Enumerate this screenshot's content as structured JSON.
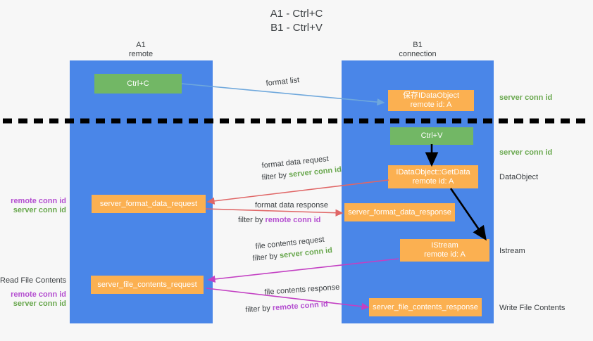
{
  "title": {
    "line1": "A1 - Ctrl+C",
    "line2": "B1 - Ctrl+V"
  },
  "lanes": [
    {
      "id": "a1",
      "name": "A1",
      "subtitle": "remote",
      "color": "#4a86e8"
    },
    {
      "id": "b1",
      "name": "B1",
      "subtitle": "connection",
      "color": "#4a86e8"
    }
  ],
  "colors": {
    "lane": "#4a86e8",
    "green_box": "#72b765",
    "orange_box": "#fbb051",
    "green_text": "#6aa84f",
    "purple_text": "#b44fd0",
    "arrow_blue": "#6fa8dc",
    "arrow_red": "#e06666",
    "arrow_magenta": "#c340c3",
    "arrow_black": "#000000",
    "background": "#f7f7f7"
  },
  "nodes": [
    {
      "id": "ctrl-c",
      "label": "Ctrl+C",
      "sublabel": "",
      "style": "green"
    },
    {
      "id": "idataobject",
      "label": "保存IDataObject",
      "sublabel": "remote id: A",
      "style": "orange"
    },
    {
      "id": "ctrl-v",
      "label": "Ctrl+V",
      "sublabel": "",
      "style": "green"
    },
    {
      "id": "idataobject-getdata",
      "label": "IDataObject::GetData",
      "sublabel": "remote id: A",
      "style": "orange"
    },
    {
      "id": "server-format-data-request",
      "label": "server_format_data_request",
      "sublabel": "",
      "style": "orange"
    },
    {
      "id": "server-format-data-response",
      "label": "server_format_data_response",
      "sublabel": "",
      "style": "orange"
    },
    {
      "id": "istream",
      "label": "IStream",
      "sublabel": "remote id: A",
      "style": "orange"
    },
    {
      "id": "server-file-contents-request",
      "label": "server_file_contents_request",
      "sublabel": "",
      "style": "orange"
    },
    {
      "id": "server-file-contents-response",
      "label": "server_file_contents_response",
      "sublabel": "",
      "style": "orange"
    }
  ],
  "edge_labels": [
    {
      "id": "format-list",
      "text": "format list"
    },
    {
      "id": "format-data-request",
      "text": "format data request"
    },
    {
      "id": "format-data-response",
      "text": "format data response"
    },
    {
      "id": "file-contents-request",
      "text": "file contents request"
    },
    {
      "id": "file-contents-response",
      "text": "file contents response"
    }
  ],
  "filters": [
    {
      "id": "filter-server-1",
      "prefix": "filter by ",
      "key": "server conn id",
      "key_color": "green"
    },
    {
      "id": "filter-remote-1",
      "prefix": "filter by ",
      "key": "remote conn id",
      "key_color": "purple"
    },
    {
      "id": "filter-server-2",
      "prefix": "filter by ",
      "key": "server conn id",
      "key_color": "green"
    },
    {
      "id": "filter-remote-2",
      "prefix": "filter by ",
      "key": "remote conn id",
      "key_color": "purple"
    }
  ],
  "right_annotations": [
    {
      "id": "server-conn-id-1",
      "text": "server conn id",
      "color": "green"
    },
    {
      "id": "server-conn-id-2",
      "text": "server conn id",
      "color": "green"
    },
    {
      "id": "dataobject",
      "text": "DataObject",
      "color": "plain"
    },
    {
      "id": "istream-label",
      "text": "Istream",
      "color": "plain"
    },
    {
      "id": "write-file",
      "text": "Write File Contents",
      "color": "plain"
    }
  ],
  "left_annotations": [
    {
      "id": "remote-conn-id-1",
      "text": "remote conn id",
      "color": "purple"
    },
    {
      "id": "server-conn-id-3",
      "text": "server conn id",
      "color": "green"
    },
    {
      "id": "read-file",
      "text": "Read File Contents",
      "color": "plain"
    },
    {
      "id": "remote-conn-id-2",
      "text": "remote conn id",
      "color": "purple"
    },
    {
      "id": "server-conn-id-4",
      "text": "server conn id",
      "color": "green"
    }
  ]
}
